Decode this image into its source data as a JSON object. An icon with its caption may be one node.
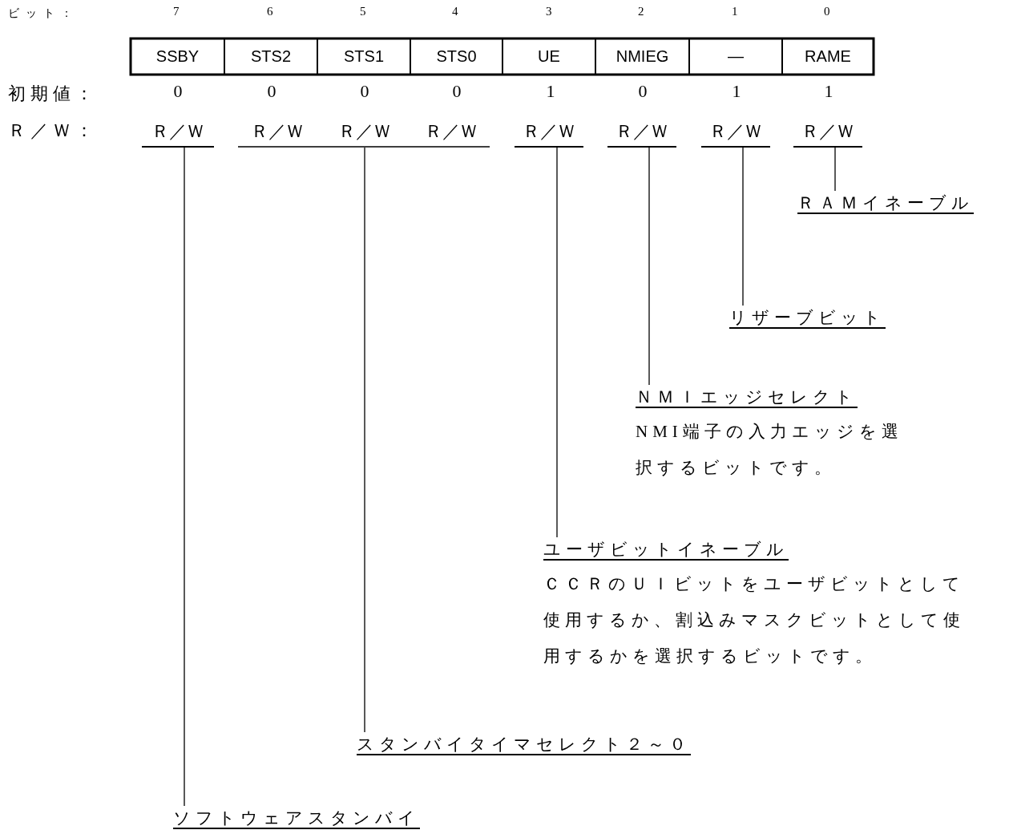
{
  "diagram": {
    "nodes": [
      {
        "text": [
          "SSBY"
        ]
      },
      {
        "text": [
          "STS2"
        ]
      },
      {
        "text": [
          "STS1"
        ]
      },
      {
        "text": [
          "STS0"
        ]
      },
      {
        "text": [
          "UE"
        ]
      },
      {
        "text": [
          "NMIEG"
        ]
      },
      {
        "text": [
          "—"
        ]
      },
      {
        "text": [
          "RAME"
        ]
      },
      {
        "text": [
          "Ｒ／Ｗ"
        ]
      },
      {
        "text": [
          "Ｒ／Ｗ"
        ]
      },
      {
        "text": [
          "Ｒ／Ｗ"
        ]
      },
      {
        "text": [
          "Ｒ／Ｗ"
        ]
      },
      {
        "text": [
          "Ｒ／Ｗ"
        ]
      },
      {
        "text": [
          "Ｒ／Ｗ"
        ]
      },
      {
        "text": [
          "Ｒ／Ｗ"
        ]
      },
      {
        "text": [
          "Ｒ／Ｗ"
        ]
      },
      {
        "text": [
          "ＲＡＭイネーブル"
        ]
      },
      {
        "text": [
          "リザーブビット"
        ]
      },
      {
        "text": [
          "ＮＭＩエッジセレクト",
          "NMI端子の入力エッジを選択するビットです。"
        ]
      },
      {
        "text": [
          "ユーザビットイネーブル",
          "ＣＣＲのＵＩビットをユーザビットとして使用するか、割込みマスクビットとして使用するかを選択するビットです。"
        ]
      },
      {
        "text": [
          "スタンバイタイマセレクト２～０"
        ]
      },
      {
        "text": [
          "ソフトウェアスタンバイ"
        ]
      }
    ],
    "edges": [
      {
        "from": 8,
        "to": 21,
        "arrow": "none"
      },
      {
        "from": 9,
        "to": 20,
        "arrow": "none"
      },
      {
        "from": 10,
        "to": 20,
        "arrow": "none"
      },
      {
        "from": 11,
        "to": 20,
        "arrow": "none"
      },
      {
        "from": 12,
        "to": 19,
        "arrow": "none"
      },
      {
        "from": 13,
        "to": 18,
        "arrow": "none"
      },
      {
        "from": 14,
        "to": 17,
        "arrow": "none"
      },
      {
        "from": 15,
        "to": 16,
        "arrow": "none"
      }
    ],
    "labels": [
      "ビット：",
      "7",
      "6",
      "5",
      "4",
      "3",
      "2",
      "1",
      "0",
      "初期値：",
      "0",
      "0",
      "0",
      "0",
      "1",
      "0",
      "1",
      "1",
      "Ｒ／Ｗ："
    ]
  }
}
